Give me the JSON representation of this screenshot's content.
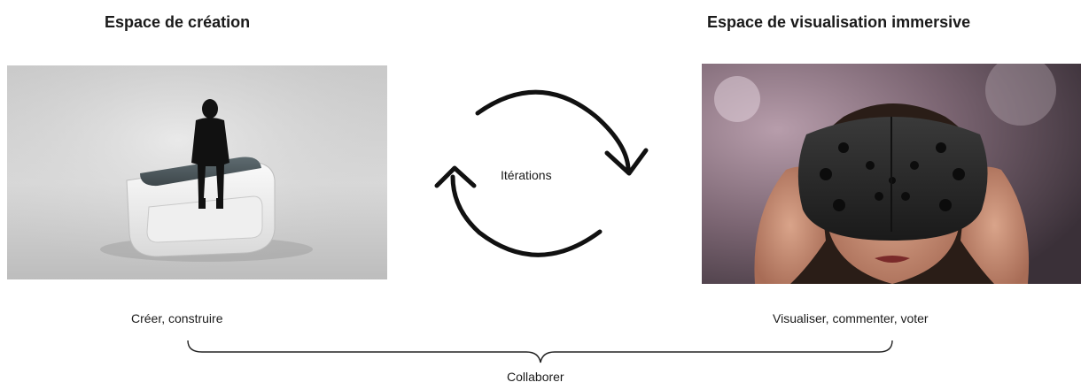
{
  "left_panel": {
    "title": "Espace de création",
    "caption": "Créer, construire",
    "image_icon": "person-at-touch-table-image"
  },
  "center_panel": {
    "label": "Itérations",
    "icon": "cycle-arrows-icon"
  },
  "right_panel": {
    "title": "Espace de visualisation immersive",
    "caption": "Visualiser, commenter, voter",
    "image_icon": "vr-headset-image"
  },
  "bottom": {
    "label": "Collaborer",
    "icon": "curly-brace-icon"
  },
  "colors": {
    "text": "#1a1a1a",
    "stroke": "#111111",
    "background": "#ffffff"
  }
}
